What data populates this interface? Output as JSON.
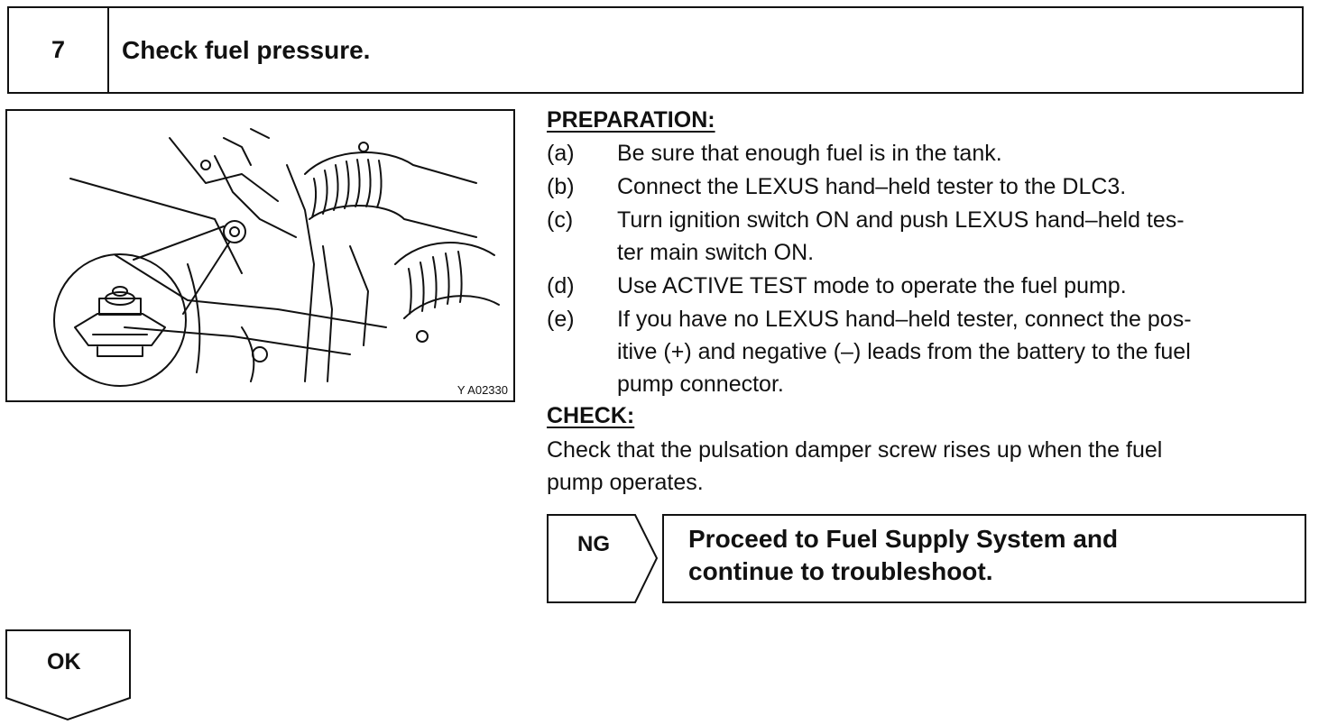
{
  "step": {
    "number": "7",
    "title": "Check fuel pressure."
  },
  "figure": {
    "code": "A02330",
    "prefix": "Y"
  },
  "preparation": {
    "heading": "PREPARATION:",
    "items": [
      {
        "letter": "(a)",
        "lines": [
          "Be sure that enough fuel is in the tank."
        ]
      },
      {
        "letter": "(b)",
        "lines": [
          "Connect the LEXUS hand–held tester to the DLC3."
        ]
      },
      {
        "letter": "(c)",
        "lines": [
          "Turn ignition switch ON and push LEXUS hand–held tes-",
          "ter main switch ON."
        ]
      },
      {
        "letter": "(d)",
        "lines": [
          "Use ACTIVE TEST mode to operate the fuel pump."
        ]
      },
      {
        "letter": "(e)",
        "lines": [
          "If you have no LEXUS hand–held tester, connect the pos-",
          "itive (+) and negative (–) leads from the battery to the fuel",
          "pump connector."
        ]
      }
    ]
  },
  "check": {
    "heading": "CHECK:",
    "lines": [
      "Check that the pulsation damper screw rises up when the fuel",
      "pump operates."
    ]
  },
  "ng": {
    "label": "NG",
    "action_lines": [
      "Proceed to Fuel Supply System and",
      "continue to troubleshoot."
    ]
  },
  "ok": {
    "label": "OK"
  }
}
